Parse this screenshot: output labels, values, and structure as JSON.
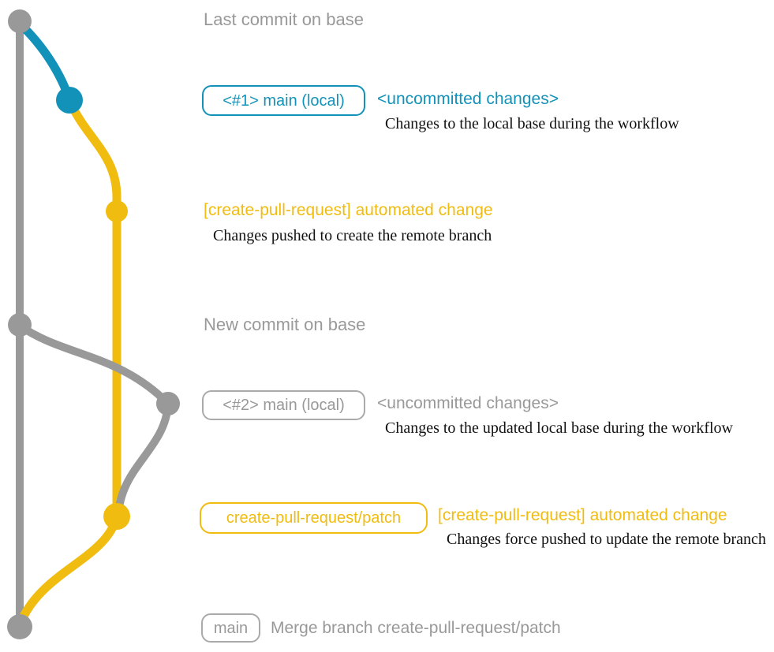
{
  "colors": {
    "gray": "#999999",
    "blue": "#1392b9",
    "yellow": "#f0bc10",
    "black": "#111111",
    "bg": "#ffffff"
  },
  "graph": {
    "branches": [
      {
        "name": "base",
        "color_key": "gray"
      },
      {
        "name": "local-main",
        "color_key": "blue"
      },
      {
        "name": "create-pull-request-patch",
        "color_key": "yellow"
      }
    ],
    "rows": [
      {
        "label": "Last commit on base"
      },
      {
        "badge": "<#1> main (local)",
        "status": "<uncommitted changes>",
        "description": "Changes to the local base during the workflow"
      },
      {
        "title": "[create-pull-request] automated change",
        "description": "Changes pushed to create the remote branch"
      },
      {
        "label": "New commit on base"
      },
      {
        "badge": "<#2> main (local)",
        "status": "<uncommitted changes>",
        "description": "Changes to the updated local base during the workflow"
      },
      {
        "badge": "create-pull-request/patch",
        "title": "[create-pull-request] automated change",
        "description": "Changes force pushed to update the remote branch"
      },
      {
        "badge": "main",
        "message": "Merge branch create-pull-request/patch"
      }
    ]
  }
}
